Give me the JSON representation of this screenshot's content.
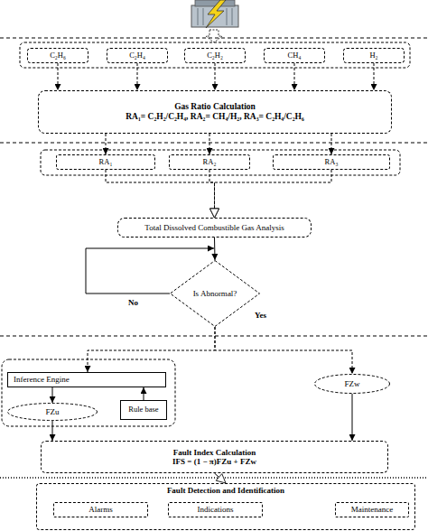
{
  "diagram": {
    "nodes": [
      {
        "text": [
          "C₂H₆"
        ]
      },
      {
        "text": [
          "C₂H₄"
        ]
      },
      {
        "text": [
          "C₂H₂"
        ]
      },
      {
        "text": [
          "CH₄"
        ]
      },
      {
        "text": [
          "H₂"
        ]
      },
      {
        "text": [
          "Gas Ratio Calculation",
          "RA₁= C₂H₂/C₂H₄, RA₂= CH₄/H₂, RA₃= C₂H₄/C₂H₆"
        ]
      },
      {
        "text": [
          "RA₁"
        ]
      },
      {
        "text": [
          "RA₂"
        ]
      },
      {
        "text": [
          "RA₃"
        ]
      },
      {
        "text": [
          "Total Dissolved Combustible Gas Analysis"
        ]
      },
      {
        "text": [
          "Is Abnormal?"
        ]
      },
      {
        "text": [
          "Inference Engine"
        ]
      },
      {
        "text": [
          "FZw"
        ]
      },
      {
        "text": [
          "FZu"
        ]
      },
      {
        "text": [
          "Rule base"
        ]
      },
      {
        "text": [
          "Fault Index Calculation",
          "IFS = (1 − π)FZu + FZw"
        ]
      },
      {
        "text": [
          "Fault Detection and Identification"
        ]
      },
      {
        "text": [
          "Alarms"
        ],
        "in": 16
      },
      {
        "text": [
          "Indications"
        ],
        "in": 16
      },
      {
        "text": [
          "Maintenance"
        ],
        "in": 16
      }
    ],
    "edges": [
      {
        "from": 0,
        "to": 5,
        "arrow": "to"
      },
      {
        "from": 1,
        "to": 5,
        "arrow": "to"
      },
      {
        "from": 2,
        "to": 5,
        "arrow": "to"
      },
      {
        "from": 3,
        "to": 5,
        "arrow": "to"
      },
      {
        "from": 4,
        "to": 5,
        "arrow": "to"
      },
      {
        "from": 5,
        "to": 6,
        "arrow": "to"
      },
      {
        "from": 5,
        "to": 7,
        "arrow": "to"
      },
      {
        "from": 5,
        "to": 8,
        "arrow": "to"
      },
      {
        "from": 6,
        "to": 9,
        "arrow": "to"
      },
      {
        "from": 7,
        "to": 9,
        "arrow": "to"
      },
      {
        "from": 8,
        "to": 9,
        "arrow": "to"
      },
      {
        "from": 9,
        "to": 10,
        "arrow": "to"
      },
      {
        "from": 10,
        "to": 10,
        "label": "No",
        "arrow": "to"
      },
      {
        "from": 10,
        "to": 11,
        "label": "Yes",
        "arrow": "to"
      },
      {
        "from": 10,
        "to": 12,
        "arrow": "to"
      },
      {
        "from": 11,
        "to": 13,
        "arrow": "to"
      },
      {
        "from": 14,
        "to": 11,
        "arrow": "to"
      },
      {
        "from": 13,
        "to": 15,
        "arrow": "to"
      },
      {
        "from": 12,
        "to": 15,
        "arrow": "to"
      },
      {
        "from": 15,
        "to": 16,
        "arrow": "to"
      }
    ]
  }
}
